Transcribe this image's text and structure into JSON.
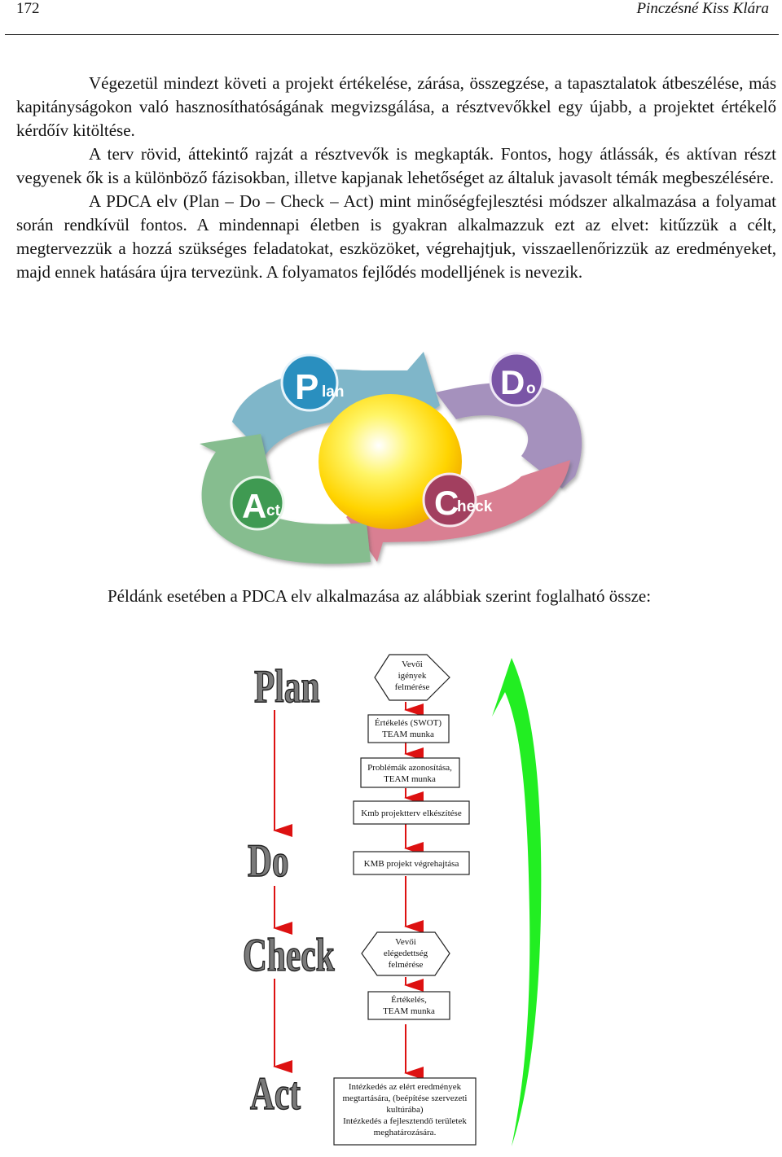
{
  "header": {
    "page_number": "172",
    "author": "Pinczésné Kiss Klára"
  },
  "paragraphs": [
    "Végezetül mindezt követi a projekt értékelése, zárása, összegzése, a tapasztalatok átbeszélése, más kapitányságokon való hasznosíthatóságának megvizsgálása, a résztvevőkkel egy újabb, a projektet értékelő kérdőív kitöltése.",
    "A terv rövid, áttekintő rajzát a résztvevők is megkapták. Fontos, hogy átlássák, és aktívan részt vegyenek ők is a különböző fázisokban, illetve kapjanak lehetőséget az általuk javasolt témák megbeszélésére.",
    "A PDCA elv (Plan – Do – Check – Act) mint minőségfejlesztési módszer alkalmazása a folyamat során rendkívül fontos. A mindennapi életben is gyakran alkalmazzuk ezt az elvet: kitűzzük a célt, megtervezzük a hozzá szükséges feladatokat, eszközöket, végrehajtjuk, visszaellenőrizzük az eredményeket, majd ennek hatására újra tervezünk. A folyamatos fejlődés modelljének is nevezik."
  ],
  "cycle": {
    "plan": {
      "big": "P",
      "small": "lan",
      "color": "#7fb6c9",
      "badge": "#2a8fbf"
    },
    "do": {
      "big": "D",
      "small": "o",
      "color": "#a591bd",
      "badge": "#7a55a6"
    },
    "check": {
      "big": "C",
      "small": "heck",
      "color": "#d97f92",
      "badge": "#a23f5f"
    },
    "act": {
      "big": "A",
      "small": "ct",
      "color": "#86bd8f",
      "badge": "#3f9a52"
    }
  },
  "caption": "Példánk esetében a PDCA elv alkalmazása az alábbiak szerint foglalható össze:",
  "phases": [
    "Plan",
    "Do",
    "Check",
    "Act"
  ],
  "flow": {
    "hex1": [
      "Vevői",
      "igények",
      "felmérése"
    ],
    "box1": [
      "Értékelés (SWOT)",
      "TEAM munka"
    ],
    "box2": [
      "Problémák azonosítása,",
      "TEAM munka"
    ],
    "box3": [
      "Kmb projektterv elkészítése"
    ],
    "box4": [
      "KMB projekt végrehajtása"
    ],
    "hex2": [
      "Vevői",
      "elégedettség",
      "felmérése"
    ],
    "box5": [
      "Értékelés,",
      "TEAM munka"
    ],
    "box6": [
      "Intézkedés az elért eredmények",
      "megtartására, (beépítése szervezeti",
      "kultúrába)",
      "Intézkedés a fejlesztendő területek",
      "meghatározására."
    ]
  },
  "colors": {
    "red_arrow": "#dd1111",
    "green_arrow": "#22ee22"
  }
}
